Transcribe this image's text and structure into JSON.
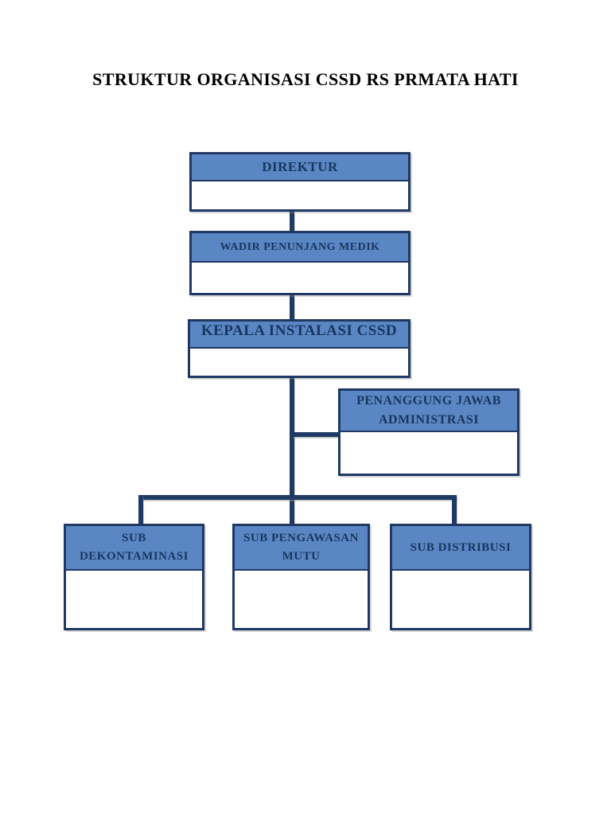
{
  "page": {
    "title_line1": "STRUKTUR ORGANISASI CSSD",
    "title_line2": "RS PRMATA HATI"
  },
  "colors": {
    "background": "#ffffff",
    "title_text": "#000000",
    "box_fill": "#5b86c4",
    "box_border": "#1f3864",
    "connector": "#1f3a63",
    "box_text": "#17365d"
  },
  "org_chart": {
    "nodes": [
      {
        "id": "direktur",
        "label": "DIREKTUR",
        "lines": [
          "DIREKTUR"
        ]
      },
      {
        "id": "wadir",
        "label": "WADIR PENUNJANG MEDIK",
        "lines": [
          "WADIR PENUNJANG MEDIK"
        ]
      },
      {
        "id": "kepala",
        "label": "KEPALA INSTALASI CSSD",
        "lines": [
          "KEPALA INSTALASI CSSD"
        ]
      },
      {
        "id": "admin",
        "label": "PENANGGUNG JAWAB ADMINISTRASI",
        "lines": [
          "PENANGGUNG JAWAB",
          "ADMINISTRASI"
        ]
      },
      {
        "id": "sub-dekontaminasi",
        "label": "SUB DEKONTAMINASI",
        "lines": [
          "SUB",
          "DEKONTAMINASI"
        ]
      },
      {
        "id": "sub-pengawasan-mutu",
        "label": "SUB PENGAWASAN MUTU",
        "lines": [
          "SUB PENGAWASAN",
          "MUTU"
        ]
      },
      {
        "id": "sub-distribusi",
        "label": "SUB DISTRIBUSI",
        "lines": [
          "SUB DISTRIBUSI"
        ]
      }
    ],
    "edges": [
      {
        "from": "direktur",
        "to": "wadir"
      },
      {
        "from": "wadir",
        "to": "kepala"
      },
      {
        "from": "kepala",
        "to": "admin"
      },
      {
        "from": "kepala",
        "to": "sub-dekontaminasi"
      },
      {
        "from": "kepala",
        "to": "sub-pengawasan-mutu"
      },
      {
        "from": "kepala",
        "to": "sub-distribusi"
      }
    ]
  }
}
